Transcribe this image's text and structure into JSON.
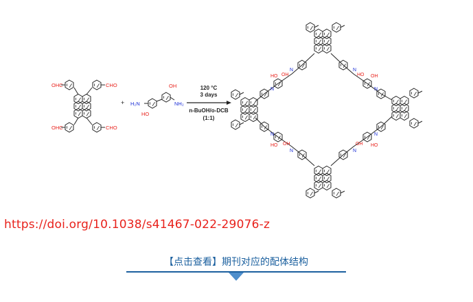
{
  "scheme": {
    "monomer_a_groups": [
      "OHC",
      "CHO",
      "OHC",
      "CHO"
    ],
    "plus_sign": "+",
    "monomer_b": {
      "amine_left": "H₂N",
      "amine_right": "NH₂",
      "hydroxyl_top": "OH",
      "hydroxyl_bottom": "HO"
    },
    "conditions": {
      "temperature": "120 °C",
      "time": "3 days",
      "solvent": "n-BuOH/o-DCB",
      "ratio": "(1:1)"
    },
    "product_labels": {
      "imine_n": "N",
      "hydroxyl": "OH",
      "hydroxyl_alt": "HO"
    }
  },
  "doi": {
    "url": "https://doi.org/10.1038/s41467-022-29076-z"
  },
  "banner": {
    "text": "【点击查看】期刊对应的配体结构"
  },
  "colors": {
    "oxygen": "#e8211b",
    "nitrogen": "#1c2fd6",
    "bond": "#222222",
    "link": "#e8211b",
    "banner": "#1a5f9e",
    "arrow": "#4f8fcc"
  }
}
